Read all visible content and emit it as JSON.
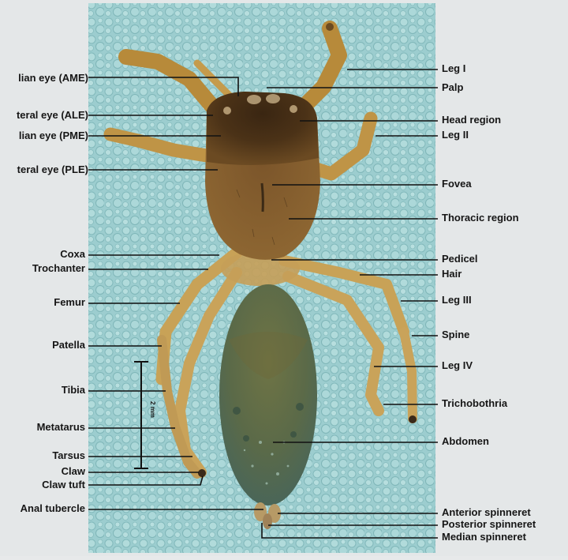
{
  "scale_bar": {
    "label": "2 mm"
  },
  "labels_left": [
    {
      "id": "ame",
      "text": "lian eye (AME)"
    },
    {
      "id": "ale",
      "text": "teral eye (ALE)"
    },
    {
      "id": "pme",
      "text": "lian eye (PME)"
    },
    {
      "id": "ple",
      "text": "teral eye (PLE)"
    },
    {
      "id": "coxa",
      "text": "Coxa"
    },
    {
      "id": "trochanter",
      "text": "Trochanter"
    },
    {
      "id": "femur",
      "text": "Femur"
    },
    {
      "id": "patella",
      "text": "Patella"
    },
    {
      "id": "tibia",
      "text": "Tibia"
    },
    {
      "id": "metatarus",
      "text": "Metatarus"
    },
    {
      "id": "tarsus",
      "text": "Tarsus"
    },
    {
      "id": "claw",
      "text": "Claw"
    },
    {
      "id": "claw-tuft",
      "text": "Claw tuft"
    },
    {
      "id": "anal-tubercle",
      "text": "Anal tubercle"
    }
  ],
  "labels_right": [
    {
      "id": "leg-i",
      "text": "Leg I"
    },
    {
      "id": "palp",
      "text": "Palp"
    },
    {
      "id": "head-region",
      "text": "Head region"
    },
    {
      "id": "leg-ii",
      "text": "Leg II"
    },
    {
      "id": "fovea",
      "text": "Fovea"
    },
    {
      "id": "thoracic-region",
      "text": "Thoracic region"
    },
    {
      "id": "pedicel",
      "text": "Pedicel"
    },
    {
      "id": "hair",
      "text": "Hair"
    },
    {
      "id": "leg-iii",
      "text": "Leg III"
    },
    {
      "id": "spine",
      "text": "Spine"
    },
    {
      "id": "leg-iv",
      "text": "Leg IV"
    },
    {
      "id": "trichobothria",
      "text": "Trichobothria"
    },
    {
      "id": "abdomen",
      "text": "Abdomen"
    },
    {
      "id": "anterior-spinneret",
      "text": "Anterior spinneret"
    },
    {
      "id": "posterior-spinneret",
      "text": "Posterior spinneret"
    },
    {
      "id": "median-spinneret",
      "text": "Median spinneret"
    }
  ]
}
